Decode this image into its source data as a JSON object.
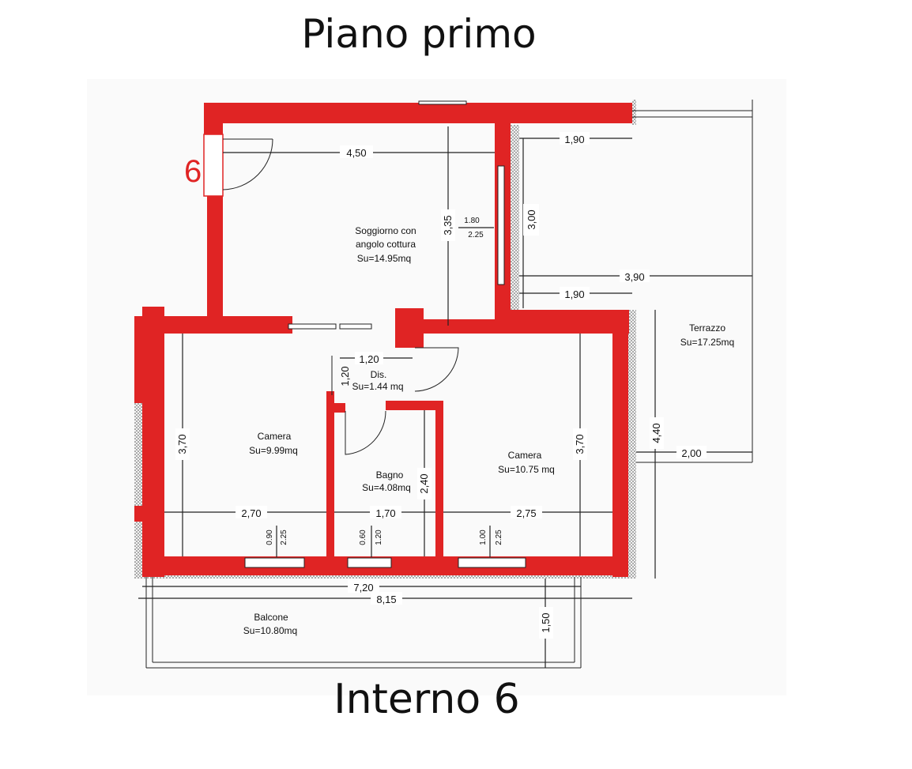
{
  "header": {
    "title": "Piano primo"
  },
  "footer": {
    "title": "Interno 6"
  },
  "entrance": {
    "number": "6"
  },
  "rooms": {
    "soggiorno": {
      "name_line1": "Soggiorno con",
      "name_line2": "angolo cottura",
      "area": "Su=14.95mq"
    },
    "terrazzo": {
      "name": "Terrazzo",
      "area": "Su=17.25mq"
    },
    "dis": {
      "name": "Dis.",
      "area": "Su=1.44 mq"
    },
    "camera_left": {
      "name": "Camera",
      "area": "Su=9.99mq"
    },
    "camera_right": {
      "name": "Camera",
      "area": "Su=10.75 mq"
    },
    "bagno": {
      "name": "Bagno",
      "area": "Su=4.08mq"
    },
    "balcone": {
      "name": "Balcone",
      "area": "Su=10.80mq"
    }
  },
  "dimensions": {
    "soggiorno_width": "4,50",
    "soggiorno_height": "3,35",
    "window_soggiorno_top": "1.80",
    "window_soggiorno_bottom": "2.25",
    "terrace_inner_height": "3,00",
    "terrace_top_width": "1,90",
    "terrace_mid_width": "1,90",
    "terrace_total_width": "3,90",
    "terrace_height": "4,40",
    "terrace_right_width": "2,00",
    "dis_width": "1,20",
    "dis_height": "1,20",
    "camera_left_height": "3,70",
    "camera_right_height": "3,70",
    "bagno_height": "2,40",
    "camera_left_width": "2,70",
    "bagno_width": "1,70",
    "camera_right_width": "2,75",
    "win1_a": "0.90",
    "win1_b": "2.25",
    "win2_a": "0.60",
    "win2_b": "1.20",
    "win3_a": "1.00",
    "win3_b": "2.25",
    "overall_inner": "7,20",
    "overall_outer": "8,15",
    "balcony_depth": "1,50"
  },
  "colors": {
    "wall": "#e02424",
    "entrance_number": "#e02424"
  }
}
